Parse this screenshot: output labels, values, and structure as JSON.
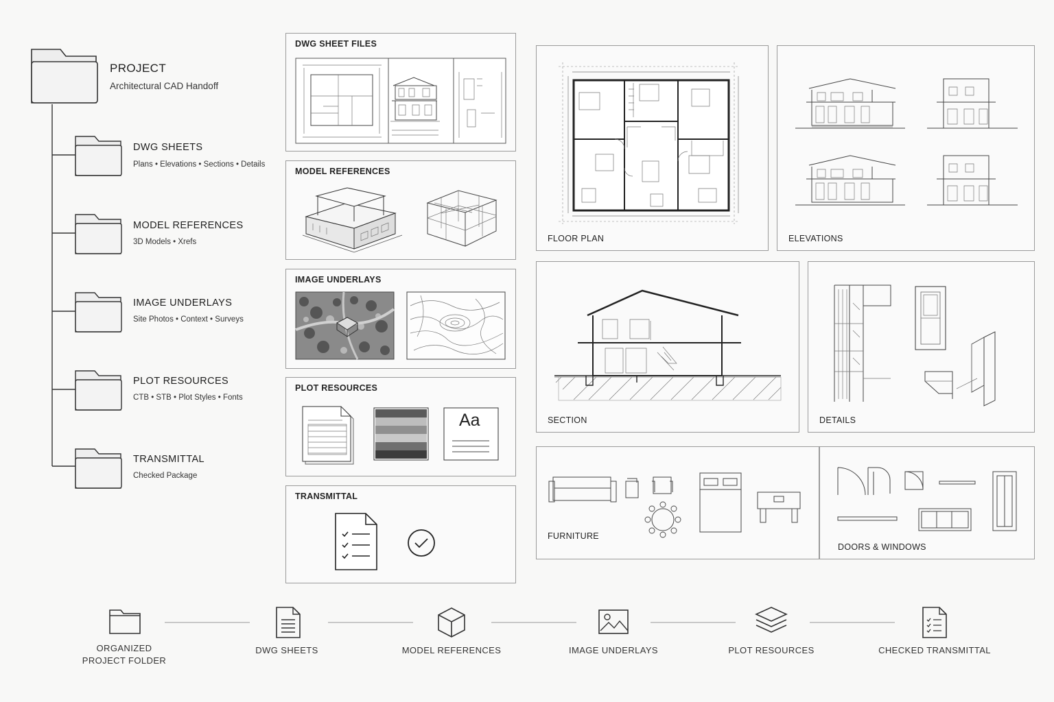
{
  "project": {
    "title": "PROJECT",
    "subtitle": "Architectural CAD Handoff"
  },
  "folders": [
    {
      "title": "DWG SHEETS",
      "subtitle": "Plans • Elevations • Sections • Details"
    },
    {
      "title": "MODEL REFERENCES",
      "subtitle": "3D Models • Xrefs"
    },
    {
      "title": "IMAGE UNDERLAYS",
      "subtitle": "Site Photos • Context • Surveys"
    },
    {
      "title": "PLOT RESOURCES",
      "subtitle": "CTB • STB • Plot Styles • Fonts"
    },
    {
      "title": "TRANSMITTAL",
      "subtitle": "Checked Package"
    }
  ],
  "panels": {
    "dwg_sheet_files": "DWG SHEET FILES",
    "model_references": "MODEL REFERENCES",
    "image_underlays": "IMAGE UNDERLAYS",
    "plot_resources": "PLOT RESOURCES",
    "font_sample": "Aa",
    "transmittal": "TRANSMITTAL",
    "floor_plan": "FLOOR PLAN",
    "elevations": "ELEVATIONS",
    "section": "SECTION",
    "details": "DETAILS",
    "furniture": "FURNITURE",
    "doors_windows": "DOORS & WINDOWS"
  },
  "workflow": [
    {
      "label_line1": "ORGANIZED",
      "label_line2": "PROJECT FOLDER",
      "icon": "folder-icon"
    },
    {
      "label_line1": "DWG SHEETS",
      "label_line2": "",
      "icon": "document-icon"
    },
    {
      "label_line1": "MODEL REFERENCES",
      "label_line2": "",
      "icon": "cube-icon"
    },
    {
      "label_line1": "IMAGE UNDERLAYS",
      "label_line2": "",
      "icon": "image-icon"
    },
    {
      "label_line1": "PLOT RESOURCES",
      "label_line2": "",
      "icon": "layers-icon"
    },
    {
      "label_line1": "CHECKED TRANSMITTAL",
      "label_line2": "",
      "icon": "checklist-icon"
    }
  ]
}
